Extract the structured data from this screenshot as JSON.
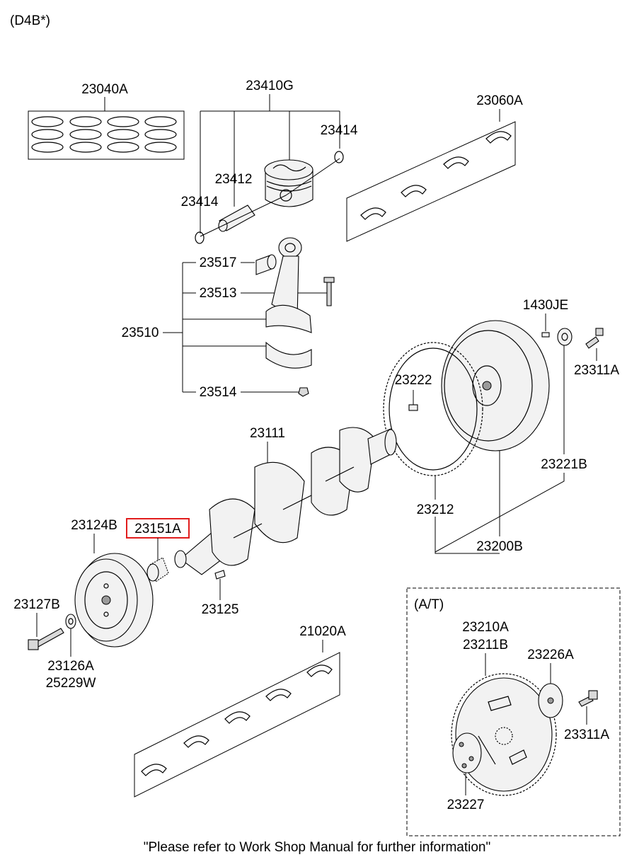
{
  "engine_code": "(D4B*)",
  "footer_note": "\"Please refer to Work Shop Manual for further information\"",
  "at_section_title": "(A/T)",
  "highlighted_part": "23151A",
  "colors": {
    "highlight": "#e11d1d",
    "line": "#000000"
  },
  "part_labels": {
    "p23040A": "23040A",
    "p23410G": "23410G",
    "p23414_top": "23414",
    "p23414_left": "23414",
    "p23412": "23412",
    "p23060A": "23060A",
    "p23517": "23517",
    "p23513": "23513",
    "p23510": "23510",
    "p23514": "23514",
    "p1430JE": "1430JE",
    "p23311A_top": "23311A",
    "p23222": "23222",
    "p23111": "23111",
    "p23221B": "23221B",
    "p23212": "23212",
    "p23200B": "23200B",
    "p23124B": "23124B",
    "p23151A": "23151A",
    "p23127B": "23127B",
    "p23125": "23125",
    "p23126A": "23126A",
    "p25229W": "25229W",
    "p21020A": "21020A",
    "p23210A": "23210A",
    "p23211B": "23211B",
    "p23226A": "23226A",
    "p23311A_at": "23311A",
    "p23227": "23227"
  }
}
